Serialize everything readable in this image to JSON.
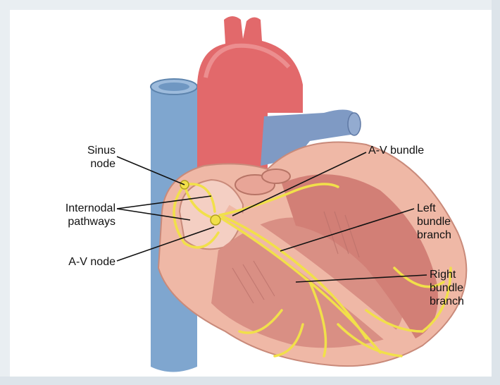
{
  "labels": {
    "sinus_node": [
      "Sinus",
      "node"
    ],
    "internodal_pathways": [
      "Internodal",
      "pathways"
    ],
    "av_node": "A-V node",
    "av_bundle": "A-V bundle",
    "left_bundle_branch": [
      "Left",
      "bundle",
      "branch"
    ],
    "right_bundle_branch": [
      "Right",
      "bundle",
      "branch"
    ]
  },
  "colors": {
    "aorta": "#e2696b",
    "vena_cava": "#7fa6cf",
    "pulmonary": "#7f9ac4",
    "myocardium": "#efb8a6",
    "chamber": "#d98f84",
    "conduction": "#f1e04a"
  }
}
